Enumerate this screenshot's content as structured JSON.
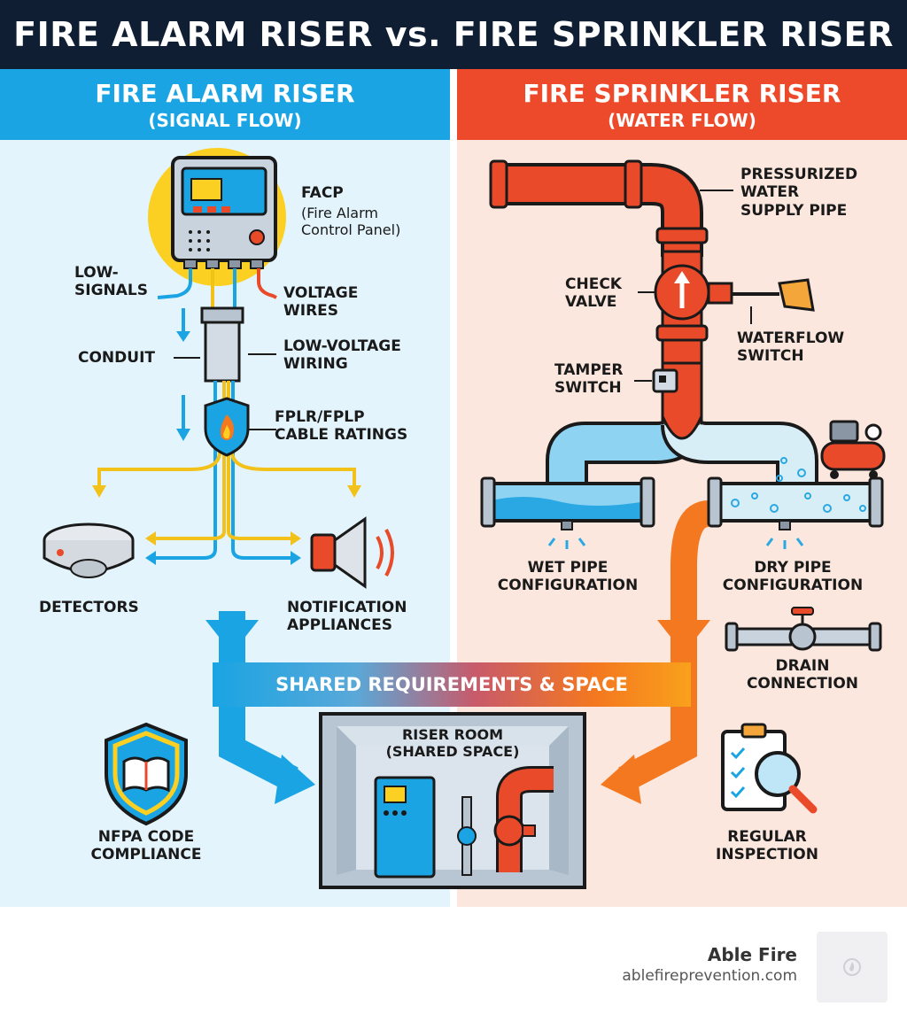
{
  "title": "FIRE ALARM RISER vs. FIRE SPRINKLER RISER",
  "alarm": {
    "heading": "FIRE ALARM RISER",
    "subheading": "(SIGNAL FLOW)",
    "facp_label": "FACP",
    "facp_desc": "(Fire Alarm\nControl Panel)",
    "low_signals": "LOW-\nSIGNALS",
    "voltage_wires": "VOLTAGE\nWIRES",
    "conduit": "CONDUIT",
    "low_voltage_wiring": "LOW-VOLTAGE\nWIRING",
    "cable_ratings": "FPLR/FPLP\nCABLE RATINGS",
    "detectors": "DETECTORS",
    "notification": "NOTIFICATION\nAPPLIANCES"
  },
  "sprinkler": {
    "heading": "FIRE SPRINKLER RISER",
    "subheading": "(WATER FLOW)",
    "pressurized": "PRESSURIZED\nWATER\nSUPPLY PIPE",
    "check_valve": "CHECK\nVALVE",
    "waterflow_switch": "WATERFLOW\nSWITCH",
    "tamper_switch": "TAMPER\nSWITCH",
    "wet_pipe": "WET PIPE\nCONFIGURATION",
    "dry_pipe": "DRY PIPE\nCONFIGURATION",
    "drain": "DRAIN\nCONNECTION"
  },
  "shared": {
    "banner": "SHARED REQUIREMENTS & SPACE",
    "riser_room": "RISER ROOM\n(SHARED SPACE)",
    "nfpa": "NFPA CODE\nCOMPLIANCE",
    "inspection": "REGULAR\nINSPECTION"
  },
  "footer": {
    "brand": "Able Fire",
    "url": "ablefireprevention.com"
  },
  "colors": {
    "title_bg": "#0f1e33",
    "alarm_blue": "#1aa4e3",
    "sprinkler_red": "#ec4a2b",
    "alarm_panel_bg": "#e3f4fc",
    "sprinkler_panel_bg": "#fbe7dd",
    "wire_yellow": "#f3c21a",
    "shared_orange": "#f4781f"
  }
}
